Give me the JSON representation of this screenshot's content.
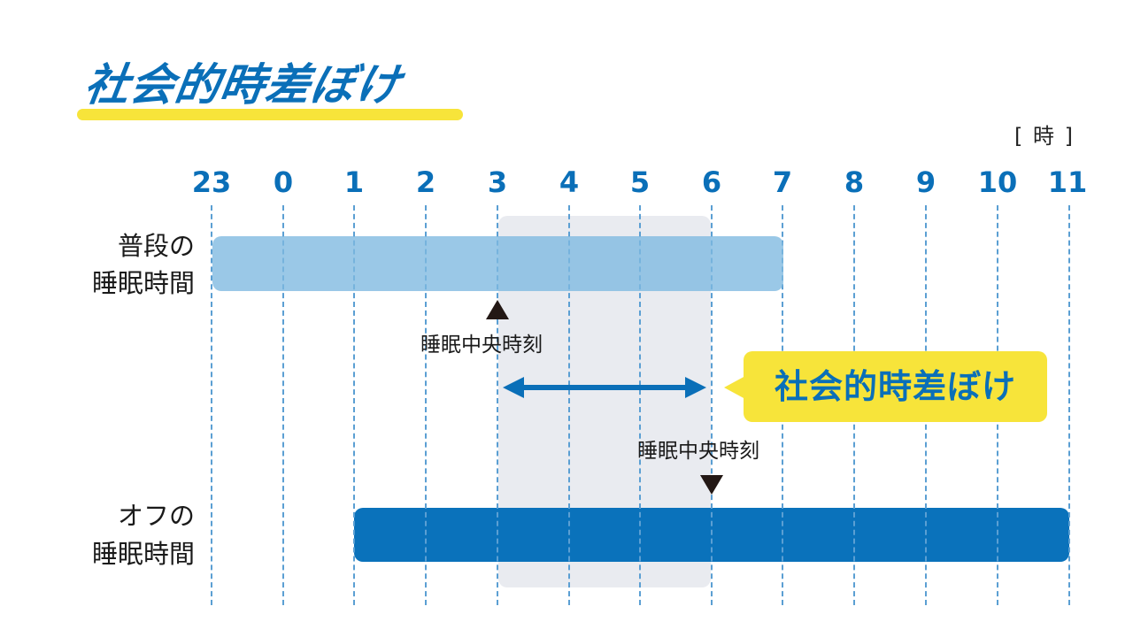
{
  "title": "社会的時差ぼけ",
  "unit_label": "[ 時 ]",
  "colors": {
    "accent_blue": "#0a6fb8",
    "usual_bar": "#7db8e0",
    "off_bar": "#0a72bb",
    "highlight_yellow": "#f7e43a",
    "band_gray": "#e9ebf0",
    "grid_line": "#5b9fd3",
    "marker": "#231815"
  },
  "axis": {
    "ticks": [
      "23",
      "0",
      "1",
      "2",
      "3",
      "4",
      "5",
      "6",
      "7",
      "8",
      "9",
      "10",
      "11"
    ]
  },
  "rows": {
    "usual": {
      "label_line1": "普段の",
      "label_line2": "睡眠時間",
      "start": "23",
      "end": "7"
    },
    "off": {
      "label_line1": "オフの",
      "label_line2": "睡眠時間",
      "start": "1",
      "end": "11"
    }
  },
  "markers": {
    "usual_midpoint": {
      "label": "睡眠中央時刻",
      "hour": "3"
    },
    "off_midpoint": {
      "label": "睡眠中央時刻",
      "hour": "6"
    }
  },
  "callout": {
    "label": "社会的時差ぼけ"
  },
  "chart_data": {
    "type": "gantt",
    "title": "社会的時差ぼけ",
    "xlabel": "時",
    "x_ticks": [
      23,
      0,
      1,
      2,
      3,
      4,
      5,
      6,
      7,
      8,
      9,
      10,
      11
    ],
    "series": [
      {
        "name": "普段の睡眠時間",
        "start": 23,
        "end": 7,
        "midpoint": 3
      },
      {
        "name": "オフの睡眠時間",
        "start": 1,
        "end": 11,
        "midpoint": 6
      }
    ],
    "annotations": [
      {
        "text": "睡眠中央時刻",
        "at": 3,
        "row": "普段の睡眠時間"
      },
      {
        "text": "睡眠中央時刻",
        "at": 6,
        "row": "オフの睡眠時間"
      },
      {
        "text": "社会的時差ぼけ",
        "from": 3,
        "to": 6,
        "hours": 3
      }
    ],
    "highlight_range": [
      3,
      6
    ],
    "grid": true
  }
}
